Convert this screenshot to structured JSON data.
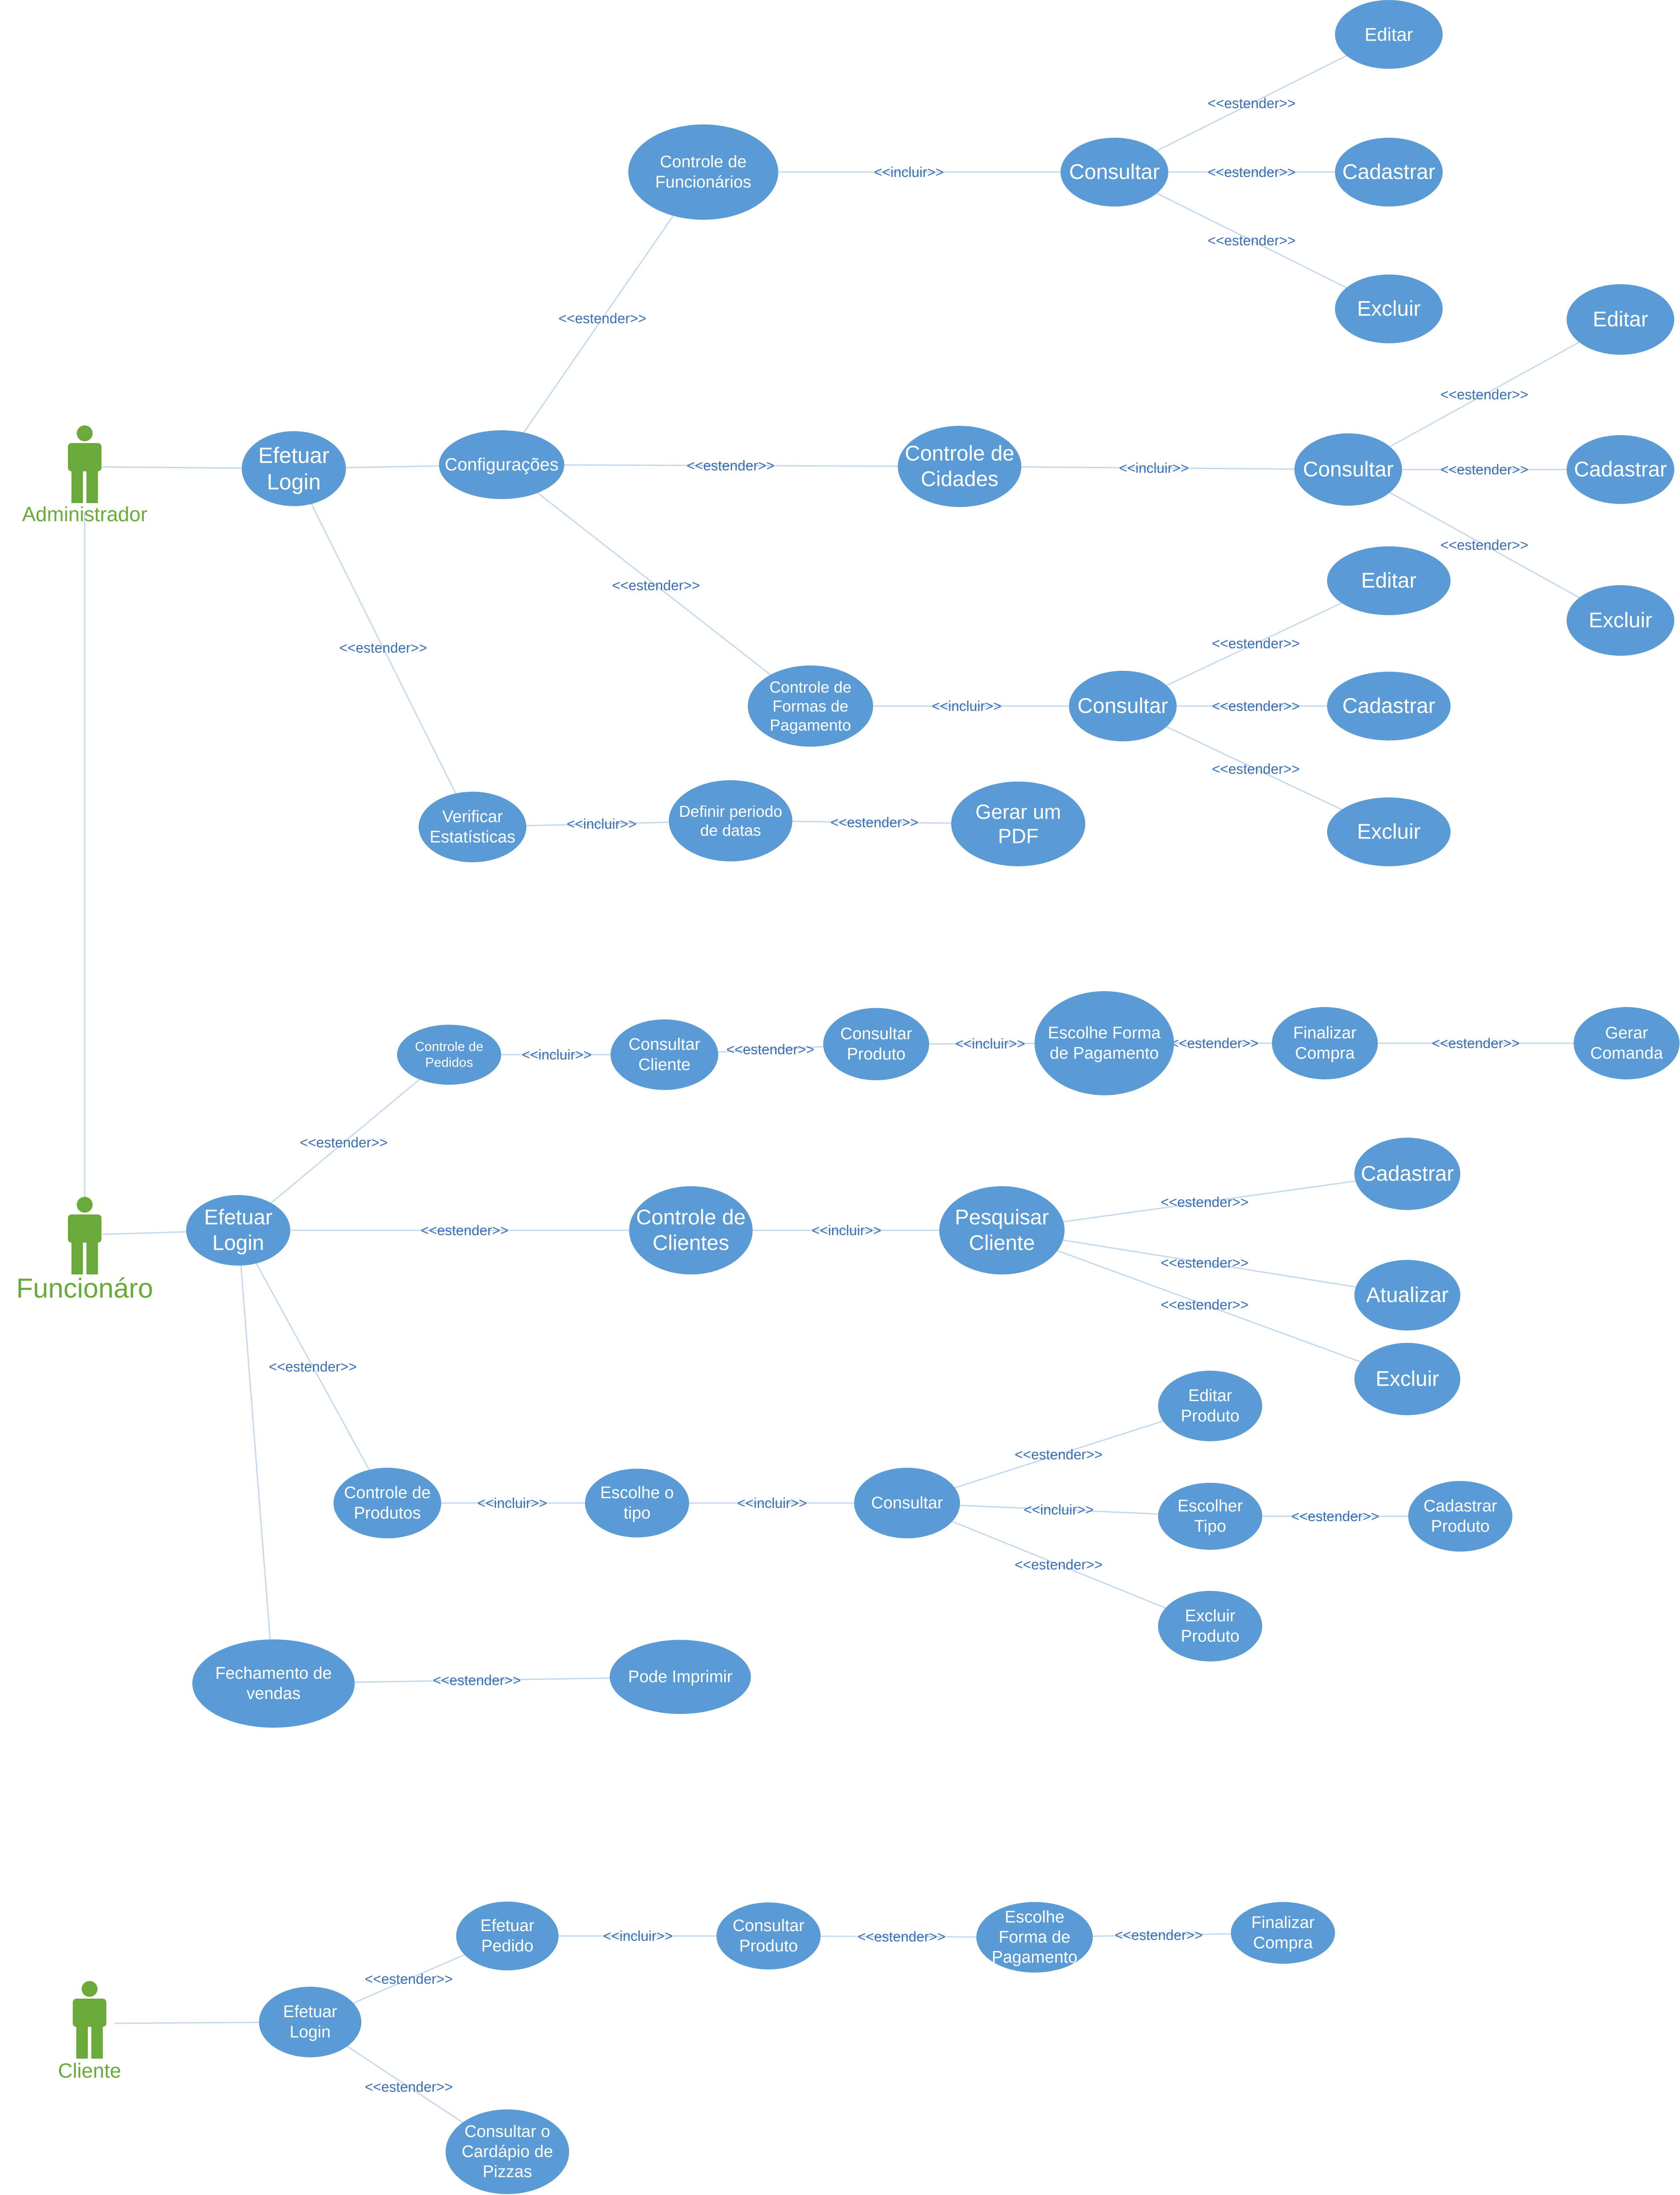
{
  "colors": {
    "usecase_fill": "#5b9bd5",
    "usecase_text": "#ffffff",
    "line": "#c5d9ee",
    "edge_label": "#3a6eb5",
    "actor": "#6aaa3a",
    "background": "#ffffff"
  },
  "actors": [
    {
      "id": "admin",
      "label": "Administrador"
    },
    {
      "id": "func",
      "label": "Funcionáro"
    },
    {
      "id": "cliente",
      "label": "Cliente"
    }
  ],
  "use_cases": [
    {
      "id": "a_login",
      "lines": [
        "Efetuar",
        "Login"
      ]
    },
    {
      "id": "a_config",
      "lines": [
        "Configurações"
      ]
    },
    {
      "id": "a_cfunc",
      "lines": [
        "Controle de",
        "Funcionários"
      ]
    },
    {
      "id": "a_cfunc_cons",
      "lines": [
        "Consultar"
      ]
    },
    {
      "id": "a_cfunc_edit",
      "lines": [
        "Editar"
      ]
    },
    {
      "id": "a_cfunc_cad",
      "lines": [
        "Cadastrar"
      ]
    },
    {
      "id": "a_cfunc_exc",
      "lines": [
        "Excluir"
      ]
    },
    {
      "id": "a_ccid",
      "lines": [
        "Controle de",
        "Cidades"
      ]
    },
    {
      "id": "a_ccid_cons",
      "lines": [
        "Consultar"
      ]
    },
    {
      "id": "a_ccid_edit",
      "lines": [
        "Editar"
      ]
    },
    {
      "id": "a_ccid_cad",
      "lines": [
        "Cadastrar"
      ]
    },
    {
      "id": "a_ccid_exc",
      "lines": [
        "Excluir"
      ]
    },
    {
      "id": "a_cfp",
      "lines": [
        "Controle de",
        "Formas de",
        "Pagamento"
      ]
    },
    {
      "id": "a_cfp_cons",
      "lines": [
        "Consultar"
      ]
    },
    {
      "id": "a_cfp_edit",
      "lines": [
        "Editar"
      ]
    },
    {
      "id": "a_cfp_cad",
      "lines": [
        "Cadastrar"
      ]
    },
    {
      "id": "a_cfp_exc",
      "lines": [
        "Excluir"
      ]
    },
    {
      "id": "a_est",
      "lines": [
        "Verificar",
        "Estatísticas"
      ]
    },
    {
      "id": "a_def",
      "lines": [
        "Definir periodo",
        "de datas"
      ]
    },
    {
      "id": "a_pdf",
      "lines": [
        "Gerar um",
        "PDF"
      ]
    },
    {
      "id": "f_login",
      "lines": [
        "Efetuar",
        "Login"
      ]
    },
    {
      "id": "f_cped",
      "lines": [
        "Controle de",
        "Pedidos"
      ]
    },
    {
      "id": "f_ccli_cons",
      "lines": [
        "Consultar",
        "Cliente"
      ]
    },
    {
      "id": "f_cprod_cons",
      "lines": [
        "Consultar",
        "Produto"
      ]
    },
    {
      "id": "f_efp",
      "lines": [
        "Escolhe Forma",
        "de Pagamento"
      ]
    },
    {
      "id": "f_fin",
      "lines": [
        "Finalizar",
        "Compra"
      ]
    },
    {
      "id": "f_com",
      "lines": [
        "Gerar",
        "Comanda"
      ]
    },
    {
      "id": "f_ccli",
      "lines": [
        "Controle de",
        "Clientes"
      ]
    },
    {
      "id": "f_pcli",
      "lines": [
        "Pesquisar",
        "Cliente"
      ]
    },
    {
      "id": "f_pcli_cad",
      "lines": [
        "Cadastrar"
      ]
    },
    {
      "id": "f_pcli_atu",
      "lines": [
        "Atualizar"
      ]
    },
    {
      "id": "f_pcli_exc",
      "lines": [
        "Excluir"
      ]
    },
    {
      "id": "f_cprod",
      "lines": [
        "Controle de",
        "Produtos"
      ]
    },
    {
      "id": "f_tipo",
      "lines": [
        "Escolhe o",
        "tipo"
      ]
    },
    {
      "id": "f_cons",
      "lines": [
        "Consultar"
      ]
    },
    {
      "id": "f_editp",
      "lines": [
        "Editar",
        "Produto"
      ]
    },
    {
      "id": "f_esct",
      "lines": [
        "Escolher",
        "Tipo"
      ]
    },
    {
      "id": "f_cadp",
      "lines": [
        "Cadastrar",
        "Produto"
      ]
    },
    {
      "id": "f_excp",
      "lines": [
        "Excluir",
        "Produto"
      ]
    },
    {
      "id": "f_fech",
      "lines": [
        "Fechamento de",
        "vendas"
      ]
    },
    {
      "id": "f_imp",
      "lines": [
        "Pode Imprimir"
      ]
    },
    {
      "id": "c_login",
      "lines": [
        "Efetuar",
        "Login"
      ]
    },
    {
      "id": "c_ped",
      "lines": [
        "Efetuar",
        "Pedido"
      ]
    },
    {
      "id": "c_cprod",
      "lines": [
        "Consultar",
        "Produto"
      ]
    },
    {
      "id": "c_efp",
      "lines": [
        "Escolhe",
        "Forma de",
        "Pagamento"
      ]
    },
    {
      "id": "c_fin",
      "lines": [
        "Finalizar",
        "Compra"
      ]
    },
    {
      "id": "c_card",
      "lines": [
        "Consultar o",
        "Cardápio de",
        "Pizzas"
      ]
    }
  ],
  "edges": [
    {
      "from": "admin",
      "to": "a_login",
      "label": ""
    },
    {
      "from": "a_login",
      "to": "a_config",
      "label": ""
    },
    {
      "from": "a_config",
      "to": "a_cfunc",
      "label": "<<estender>>"
    },
    {
      "from": "a_cfunc",
      "to": "a_cfunc_cons",
      "label": "<<incluir>>"
    },
    {
      "from": "a_cfunc_cons",
      "to": "a_cfunc_edit",
      "label": "<<estender>>"
    },
    {
      "from": "a_cfunc_cons",
      "to": "a_cfunc_cad",
      "label": "<<estender>>"
    },
    {
      "from": "a_cfunc_cons",
      "to": "a_cfunc_exc",
      "label": "<<estender>>"
    },
    {
      "from": "a_config",
      "to": "a_ccid",
      "label": "<<estender>>"
    },
    {
      "from": "a_ccid",
      "to": "a_ccid_cons",
      "label": "<<incluir>>"
    },
    {
      "from": "a_ccid_cons",
      "to": "a_ccid_edit",
      "label": "<<estender>>"
    },
    {
      "from": "a_ccid_cons",
      "to": "a_ccid_cad",
      "label": "<<estender>>"
    },
    {
      "from": "a_ccid_cons",
      "to": "a_ccid_exc",
      "label": "<<estender>>"
    },
    {
      "from": "a_config",
      "to": "a_cfp",
      "label": "<<estender>>"
    },
    {
      "from": "a_cfp",
      "to": "a_cfp_cons",
      "label": "<<incluir>>"
    },
    {
      "from": "a_cfp_cons",
      "to": "a_cfp_edit",
      "label": "<<estender>>"
    },
    {
      "from": "a_cfp_cons",
      "to": "a_cfp_cad",
      "label": "<<estender>>"
    },
    {
      "from": "a_cfp_cons",
      "to": "a_cfp_exc",
      "label": "<<estender>>"
    },
    {
      "from": "a_login",
      "to": "a_est",
      "label": "<<estender>>"
    },
    {
      "from": "a_est",
      "to": "a_def",
      "label": "<<incluir>>"
    },
    {
      "from": "a_def",
      "to": "a_pdf",
      "label": "<<estender>>"
    },
    {
      "from": "admin",
      "to": "func",
      "label": ""
    },
    {
      "from": "func",
      "to": "f_login",
      "label": ""
    },
    {
      "from": "f_login",
      "to": "f_cped",
      "label": "<<estender>>"
    },
    {
      "from": "f_cped",
      "to": "f_ccli_cons",
      "label": "<<incluir>>"
    },
    {
      "from": "f_ccli_cons",
      "to": "f_cprod_cons",
      "label": "<<estender>>"
    },
    {
      "from": "f_cprod_cons",
      "to": "f_efp",
      "label": "<<incluir>>"
    },
    {
      "from": "f_efp",
      "to": "f_fin",
      "label": "<<estender>>"
    },
    {
      "from": "f_fin",
      "to": "f_com",
      "label": "<<estender>>"
    },
    {
      "from": "f_login",
      "to": "f_ccli",
      "label": "<<estender>>"
    },
    {
      "from": "f_ccli",
      "to": "f_pcli",
      "label": "<<incluir>>"
    },
    {
      "from": "f_pcli",
      "to": "f_pcli_cad",
      "label": "<<estender>>"
    },
    {
      "from": "f_pcli",
      "to": "f_pcli_atu",
      "label": "<<estender>>"
    },
    {
      "from": "f_pcli",
      "to": "f_pcli_exc",
      "label": "<<estender>>"
    },
    {
      "from": "f_login",
      "to": "f_cprod",
      "label": "<<estender>>"
    },
    {
      "from": "f_cprod",
      "to": "f_tipo",
      "label": "<<incluir>>"
    },
    {
      "from": "f_tipo",
      "to": "f_cons",
      "label": "<<incluir>>"
    },
    {
      "from": "f_cons",
      "to": "f_editp",
      "label": "<<estender>>"
    },
    {
      "from": "f_cons",
      "to": "f_esct",
      "label": "<<incluir>>"
    },
    {
      "from": "f_esct",
      "to": "f_cadp",
      "label": "<<estender>>"
    },
    {
      "from": "f_cons",
      "to": "f_excp",
      "label": "<<estender>>"
    },
    {
      "from": "f_login",
      "to": "f_fech",
      "label": ""
    },
    {
      "from": "f_fech",
      "to": "f_imp",
      "label": "<<estender>>"
    },
    {
      "from": "cliente",
      "to": "c_login",
      "label": ""
    },
    {
      "from": "c_login",
      "to": "c_ped",
      "label": "<<estender>>"
    },
    {
      "from": "c_ped",
      "to": "c_cprod",
      "label": "<<incluir>>"
    },
    {
      "from": "c_cprod",
      "to": "c_efp",
      "label": "<<estender>>"
    },
    {
      "from": "c_efp",
      "to": "c_fin",
      "label": "<<estender>>"
    },
    {
      "from": "c_login",
      "to": "c_card",
      "label": "<<estender>>"
    }
  ]
}
